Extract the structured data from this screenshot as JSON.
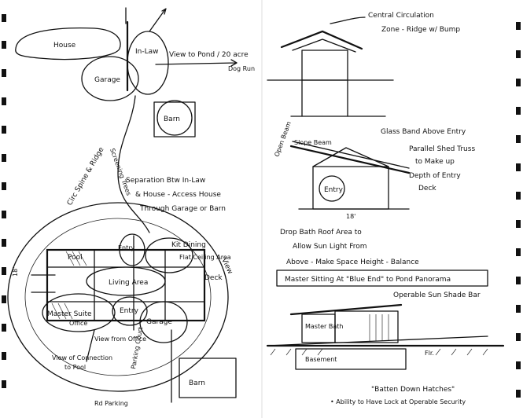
{
  "left_page": {
    "house": "House",
    "garage_top": "Garage",
    "inlaw_top": "In-Law",
    "view_to_pond": "View to Pond / 20 acre",
    "dog_run": "Dog Run",
    "barn_top": "Barn",
    "screening_trees": "Screening Trees",
    "circ_spine": "Circ Spine & Ridge",
    "separation_note": [
      "Separation Btw In-Law",
      "& House - Access House",
      "Through Garage or Barn"
    ],
    "kit_dining": "Kit Dining",
    "pool": "Pool",
    "entry": "Entry",
    "flat_ceiling_area": "Flat Ceiling Area",
    "living": "Living Area",
    "view_right": "View",
    "deck": "Deck",
    "master_suite": "Master Suite",
    "office": "Office",
    "entry_center": "Entry",
    "garage_bottom": "Garage",
    "view_from_office": "View from Office",
    "view_connection_pool": [
      "View of Connection",
      "to Pool"
    ],
    "parking_court": "Parking Court",
    "barn_bottom": "Barn",
    "to_parking": "Rd Parking",
    "dim_18": "18'"
  },
  "right_page": {
    "central_circulation": [
      "Central Circulation",
      "Zone - Ridge w/ Bump"
    ],
    "glass_band": "Glass Band Above Entry",
    "parallel_shed": [
      "Parallel Shed Truss",
      "to Make up",
      "Depth of Entry",
      "Deck"
    ],
    "sloped_beam": "Slope Beam",
    "entry": "Entry",
    "dim_18": "18'",
    "open_beam": "Open Beam",
    "drop_roof_note": [
      "Drop Bath Roof Area to",
      "Allow Sun Light From",
      "Above - Make Space Height - Balance"
    ],
    "master_sitting": "Master Sitting At \"Blue End\" to Pond Panorama",
    "operable_sunshade": "Operable Sun Shade Bar",
    "master_bath": "Master Bath",
    "basement": "Basement",
    "floor": "Flr.",
    "batten_title": "\"Batten Down Hatches\"",
    "batten_note": "• Ability to Have Lock at Operable Security"
  }
}
